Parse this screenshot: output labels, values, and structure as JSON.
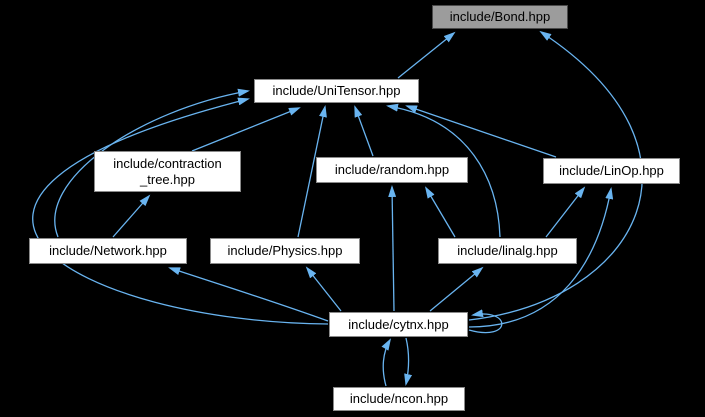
{
  "diagram": {
    "type": "include-dependency-graph",
    "background_color": "#000000",
    "edge_color": "#69b4f0",
    "node_fill": "#ffffff",
    "node_border": "#8a8a8a",
    "current_node_fill": "#9c9c9c",
    "current_node_border": "#4a4a4a",
    "nodes": [
      {
        "id": "bond",
        "label": "include/Bond.hpp",
        "role": "current"
      },
      {
        "id": "unitensor",
        "label": "include/UniTensor.hpp",
        "role": "normal"
      },
      {
        "id": "ctree",
        "label": "include/contraction\n_tree.hpp",
        "role": "normal"
      },
      {
        "id": "random",
        "label": "include/random.hpp",
        "role": "normal"
      },
      {
        "id": "linop",
        "label": "include/LinOp.hpp",
        "role": "normal"
      },
      {
        "id": "network",
        "label": "include/Network.hpp",
        "role": "normal"
      },
      {
        "id": "physics",
        "label": "include/Physics.hpp",
        "role": "normal"
      },
      {
        "id": "linalg",
        "label": "include/linalg.hpp",
        "role": "normal"
      },
      {
        "id": "cytnx",
        "label": "include/cytnx.hpp",
        "role": "normal"
      },
      {
        "id": "ncon",
        "label": "include/ncon.hpp",
        "role": "normal"
      }
    ],
    "edges": [
      {
        "from": "unitensor",
        "to": "bond"
      },
      {
        "from": "cytnx",
        "to": "bond"
      },
      {
        "from": "ctree",
        "to": "unitensor"
      },
      {
        "from": "network",
        "to": "unitensor"
      },
      {
        "from": "cytnx",
        "to": "unitensor"
      },
      {
        "from": "physics",
        "to": "unitensor"
      },
      {
        "from": "random",
        "to": "unitensor"
      },
      {
        "from": "linalg",
        "to": "unitensor"
      },
      {
        "from": "linop",
        "to": "unitensor"
      },
      {
        "from": "network",
        "to": "ctree"
      },
      {
        "from": "cytnx",
        "to": "network"
      },
      {
        "from": "cytnx",
        "to": "physics"
      },
      {
        "from": "cytnx",
        "to": "random"
      },
      {
        "from": "linalg",
        "to": "random"
      },
      {
        "from": "cytnx",
        "to": "linalg"
      },
      {
        "from": "linalg",
        "to": "linop"
      },
      {
        "from": "cytnx",
        "to": "linop"
      },
      {
        "from": "cytnx",
        "to": "cytnx"
      },
      {
        "from": "ncon",
        "to": "cytnx"
      },
      {
        "from": "cytnx",
        "to": "ncon"
      }
    ]
  }
}
